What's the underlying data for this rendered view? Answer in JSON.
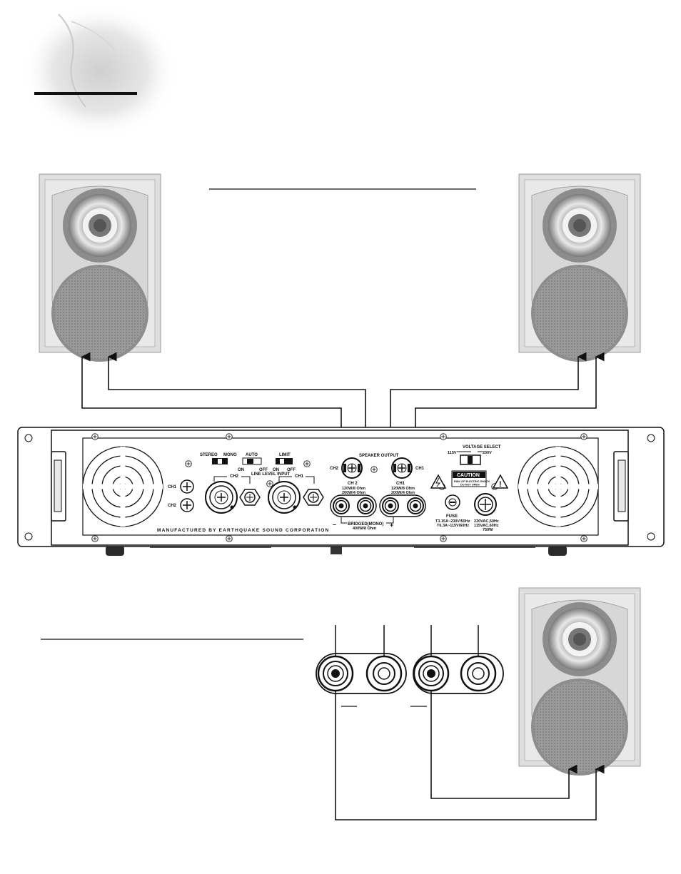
{
  "amplifier": {
    "switch_stereo": "STEREO",
    "switch_mono": "MONO",
    "switch_auto": "AUTO",
    "switch_auto_on": "ON",
    "switch_auto_off": "OFF",
    "switch_limit": "LIMIT",
    "switch_limit_on": "ON",
    "switch_limit_off": "OFF",
    "input_ch1_left": "CH1",
    "input_ch2_left": "CH2",
    "line_input_ch2": "CH2",
    "line_level_input": "LINE LEVEL INPUT",
    "line_input_ch1": "CH1",
    "speaker_output": "SPEAKER OUTPUT",
    "speakon_ch2": "CH2",
    "speakon_ch1": "CH1",
    "ch2_label": "CH 2",
    "ch2_rating_8": "120W/8 Ohm",
    "ch2_rating_4": "200W/4 Ohm",
    "ch1_label": "CH1",
    "ch1_rating_8": "120W/8 Ohm",
    "ch1_rating_4": "200W/4 Ohm",
    "bridged_label": "BRIDGED(MONO)",
    "bridged_rating": "400W/8 Ohm",
    "minus_sign": "–",
    "plus_sign": "+",
    "voltage_select": "VOLTAGE SELECT",
    "v115": "115V",
    "v230": "230V",
    "caution": "CAUTION",
    "caution_sub": "RISK OF ELECTRIC SHOCK",
    "caution_sub2": "DO NOT OPEN",
    "fuse": "FUSE",
    "fuse_rating_1": "T3.15A~230V/50Hz",
    "fuse_rating_2": "T6.3A~115V/60Hz",
    "power_1": "230VAC,50Hz",
    "power_2": "115VAC,60Hz",
    "power_3": "750W",
    "manufacturer": "MANUFACTURED BY EARTHQUAKE SOUND CORPORATION"
  },
  "colors": {
    "wire": "#111111",
    "speaker_frame": "#e2e2e2",
    "speaker_grille": "#a9a9a9",
    "panel": "#ffffff"
  }
}
